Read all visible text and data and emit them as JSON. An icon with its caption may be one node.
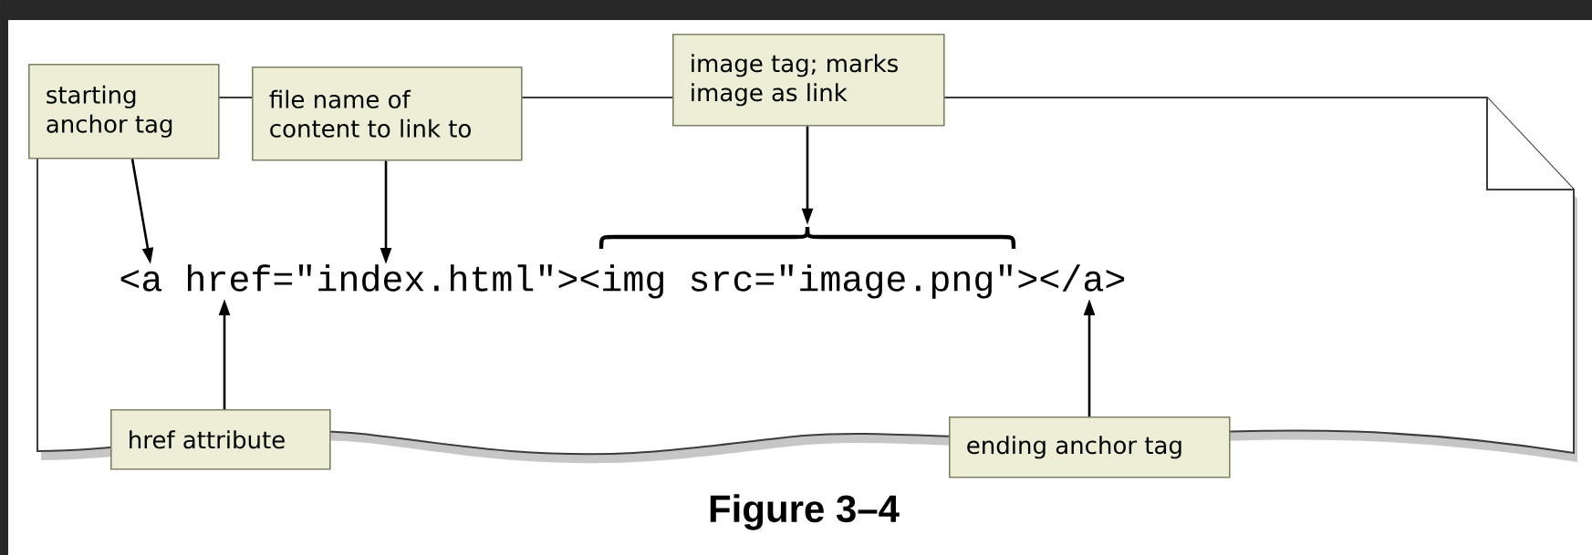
{
  "diagram": {
    "caption": "Figure 3–4",
    "nodes": [
      {
        "text": [
          "starting anchor tag"
        ]
      },
      {
        "text": [
          "file name of content to link to"
        ]
      },
      {
        "text": [
          "image tag; marks image as link"
        ]
      },
      {
        "text": [
          "href attribute"
        ]
      },
      {
        "text": [
          "ending anchor tag"
        ]
      },
      {
        "text": [
          "<a href=\"index.html\"><img src=\"image.png\"></a>"
        ]
      },
      {
        "text": [],
        "shape": "brace"
      }
    ],
    "edges": [
      {
        "from": 0,
        "to": 5,
        "arrow": "to"
      },
      {
        "from": 1,
        "to": 5,
        "arrow": "to"
      },
      {
        "from": 2,
        "to": 6,
        "arrow": "to"
      },
      {
        "from": 3,
        "to": 5,
        "arrow": "to"
      },
      {
        "from": 4,
        "to": 5,
        "arrow": "to"
      }
    ]
  }
}
